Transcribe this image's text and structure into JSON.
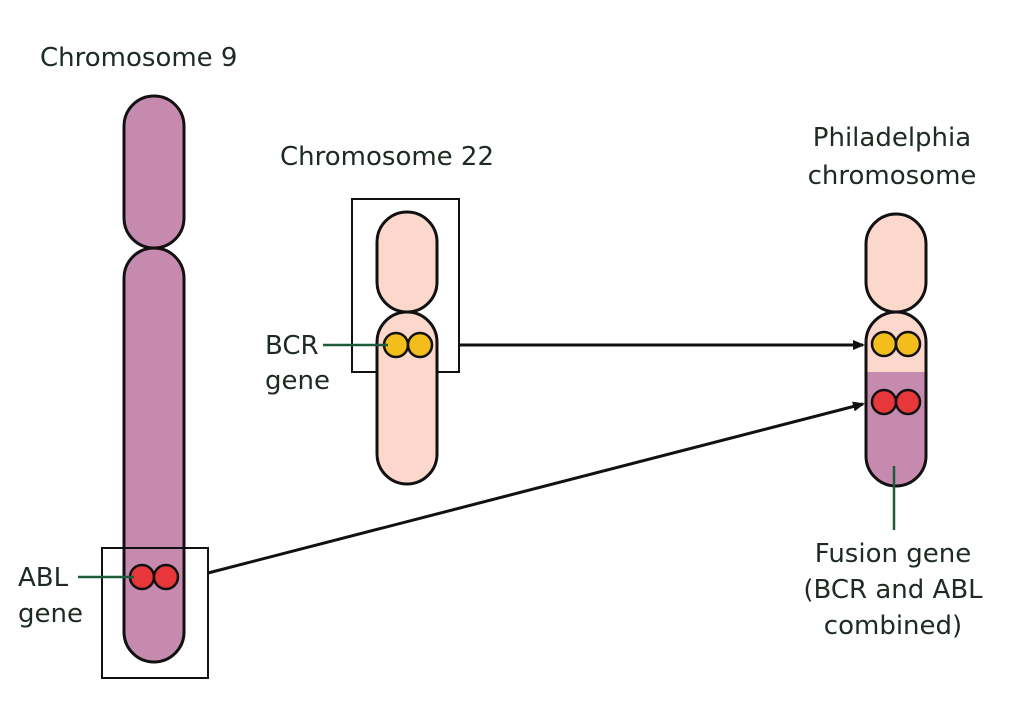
{
  "labels": {
    "chromosome_9": "Chromosome 9",
    "chromosome_22": "Chromosome 22",
    "philadelphia": [
      "Philadelphia",
      "chromosome"
    ],
    "bcr_gene": [
      "BCR",
      "gene"
    ],
    "abl_gene": [
      "ABL",
      "gene"
    ],
    "fusion_gene": [
      "Fusion gene",
      "(BCR and ABL",
      "combined)"
    ]
  },
  "colors": {
    "chromosome_9": "#c68aae",
    "chromosome_22": "#fbd7cc",
    "bcr_gene": "#f3bd1c",
    "abl_gene": "#e8373b",
    "outline": "#111111",
    "leader_line": "#1f5a3a"
  }
}
